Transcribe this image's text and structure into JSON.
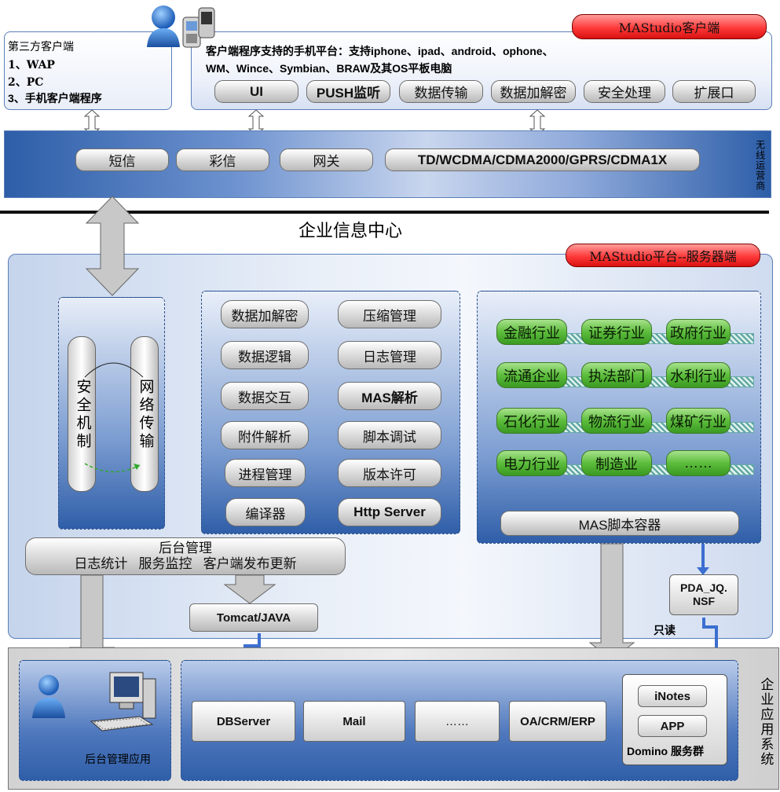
{
  "client": {
    "tag": "MAStudio客户端",
    "platforms_line1": "客户端程序支持的手机平台：支持iphone、ipad、android、ophone、",
    "platforms_line2": "WM、Wince、Symbian、BRAW及其OS平板电脑",
    "modules": [
      "UI",
      "PUSH监听",
      "数据传输",
      "数据加解密",
      "安全处理",
      "扩展口"
    ]
  },
  "third_party": {
    "title": "第三方客户端",
    "items": [
      "1、WAP",
      "2、PC",
      "3、手机客户端程序"
    ]
  },
  "wireless": {
    "items": [
      "短信",
      "彩信",
      "网关"
    ],
    "networks": "TD/WCDMA/CDMA2000/GPRS/CDMA1X",
    "side_label": "无线运营商"
  },
  "enterprise_center": "企业信息中心",
  "server": {
    "tag": "MAStudio平台--服务器端",
    "security_label": "安全机制",
    "network_label": "网络传输",
    "functions": [
      [
        "数据加解密",
        "压缩管理"
      ],
      [
        "数据逻辑",
        "日志管理"
      ],
      [
        "数据交互",
        "MAS解析"
      ],
      [
        "附件解析",
        "脚本调试"
      ],
      [
        "进程管理",
        "版本许可"
      ],
      [
        "编译器",
        "Http Server"
      ]
    ],
    "industries": [
      [
        "金融行业",
        "证券行业",
        "政府行业"
      ],
      [
        "流通企业",
        "执法部门",
        "水利行业"
      ],
      [
        "石化行业",
        "物流行业",
        "煤矿行业"
      ],
      [
        "电力行业",
        "制造业",
        "……"
      ]
    ],
    "script_container": "MAS脚本容器",
    "backend_title": "后台管理",
    "backend_items": "日志统计   服务监控   客户端发布更新",
    "tomcat": "Tomcat/JAVA",
    "pda_line1": "PDA_JQ.",
    "pda_line2": "NSF",
    "readonly": "只读"
  },
  "enterprise_apps": {
    "side_label": "企业应用系统",
    "admin_app": "后台管理应用",
    "systems": [
      "DBServer",
      "Mail",
      "……",
      "OA/CRM/ERP"
    ],
    "domino_items": [
      "iNotes",
      "APP"
    ],
    "domino_label": "Domino 服务群"
  },
  "colors": {
    "panel_blue": "#3f6fb8",
    "pill_gray": "#cfcfcf",
    "industry_green": "#4db030",
    "tag_red": "#ff3a3a",
    "arrow_blue": "#3b6fd0"
  }
}
